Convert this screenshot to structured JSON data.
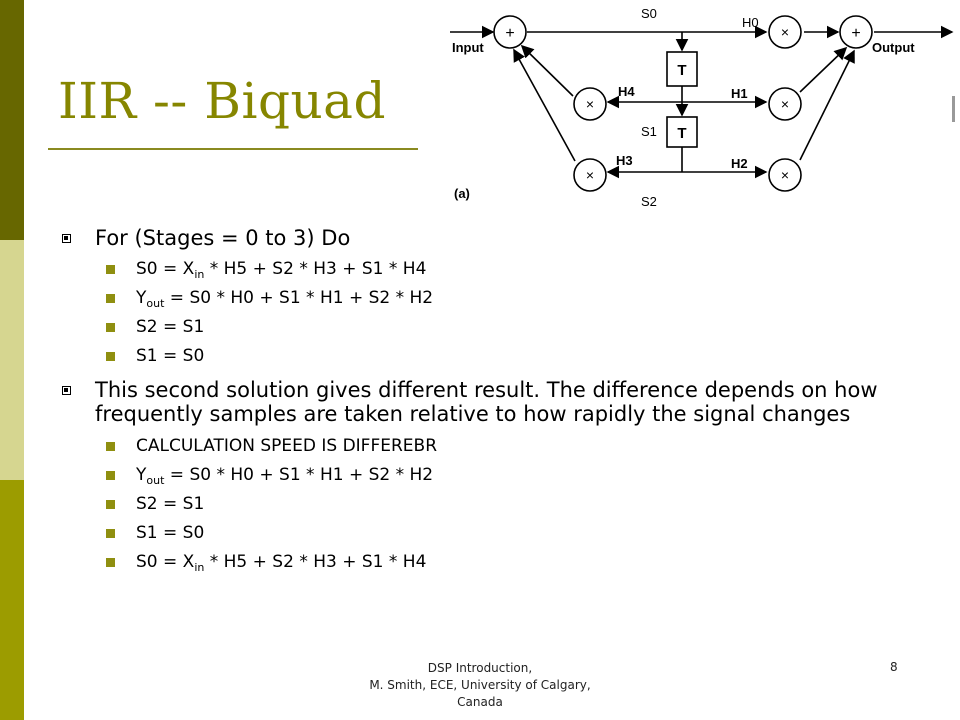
{
  "slide": {
    "title": "IIR -- Biquad",
    "page_number": "8",
    "footer_lines": [
      "DSP Introduction,",
      "M. Smith, ECE, University of Calgary,",
      "Canada"
    ]
  },
  "colors": {
    "accent": "#868600",
    "sidebar_dark": "#676700",
    "sidebar_mid": "#8a8a10",
    "sidebar_light": "#d6d690",
    "sidebar_olive": "#9c9c00"
  },
  "diagram": {
    "labels": {
      "input": "Input",
      "output": "Output",
      "caption": "(a)",
      "s0": "S0",
      "s1": "S1",
      "s2": "S2",
      "h0": "H0",
      "h1": "H1",
      "h2": "H2",
      "h3": "H3",
      "h4": "H4",
      "t": "T",
      "plus": "+",
      "times": "×"
    }
  },
  "bullets": {
    "b1": "For (Stages = 0 to 3) Do",
    "b1_sub": [
      {
        "pre": "S0  = X",
        "sub": "in",
        "post": " * H5 + S2 * H3 + S1 * H4"
      },
      {
        "pre": "Y",
        "sub": "out",
        "post": " = S0 * H0 + S1 * H1 + S2 * H2"
      },
      {
        "text": "S2 = S1"
      },
      {
        "text": "S1 = S0"
      }
    ],
    "b2": "This second solution gives different result. The difference depends on how frequently samples are taken relative to how rapidly the signal changes",
    "b2_sub": [
      {
        "text": "CALCULATION SPEED IS DIFFEREBR"
      },
      {
        "pre": "Y",
        "sub": "out",
        "post": " = S0 * H0 + S1 * H1 + S2 * H2"
      },
      {
        "text": "S2 = S1"
      },
      {
        "text": "S1 = S0"
      },
      {
        "pre": "S0  = X",
        "sub": "in",
        "post": " * H5 + S2 * H3 + S1 * H4"
      }
    ]
  }
}
